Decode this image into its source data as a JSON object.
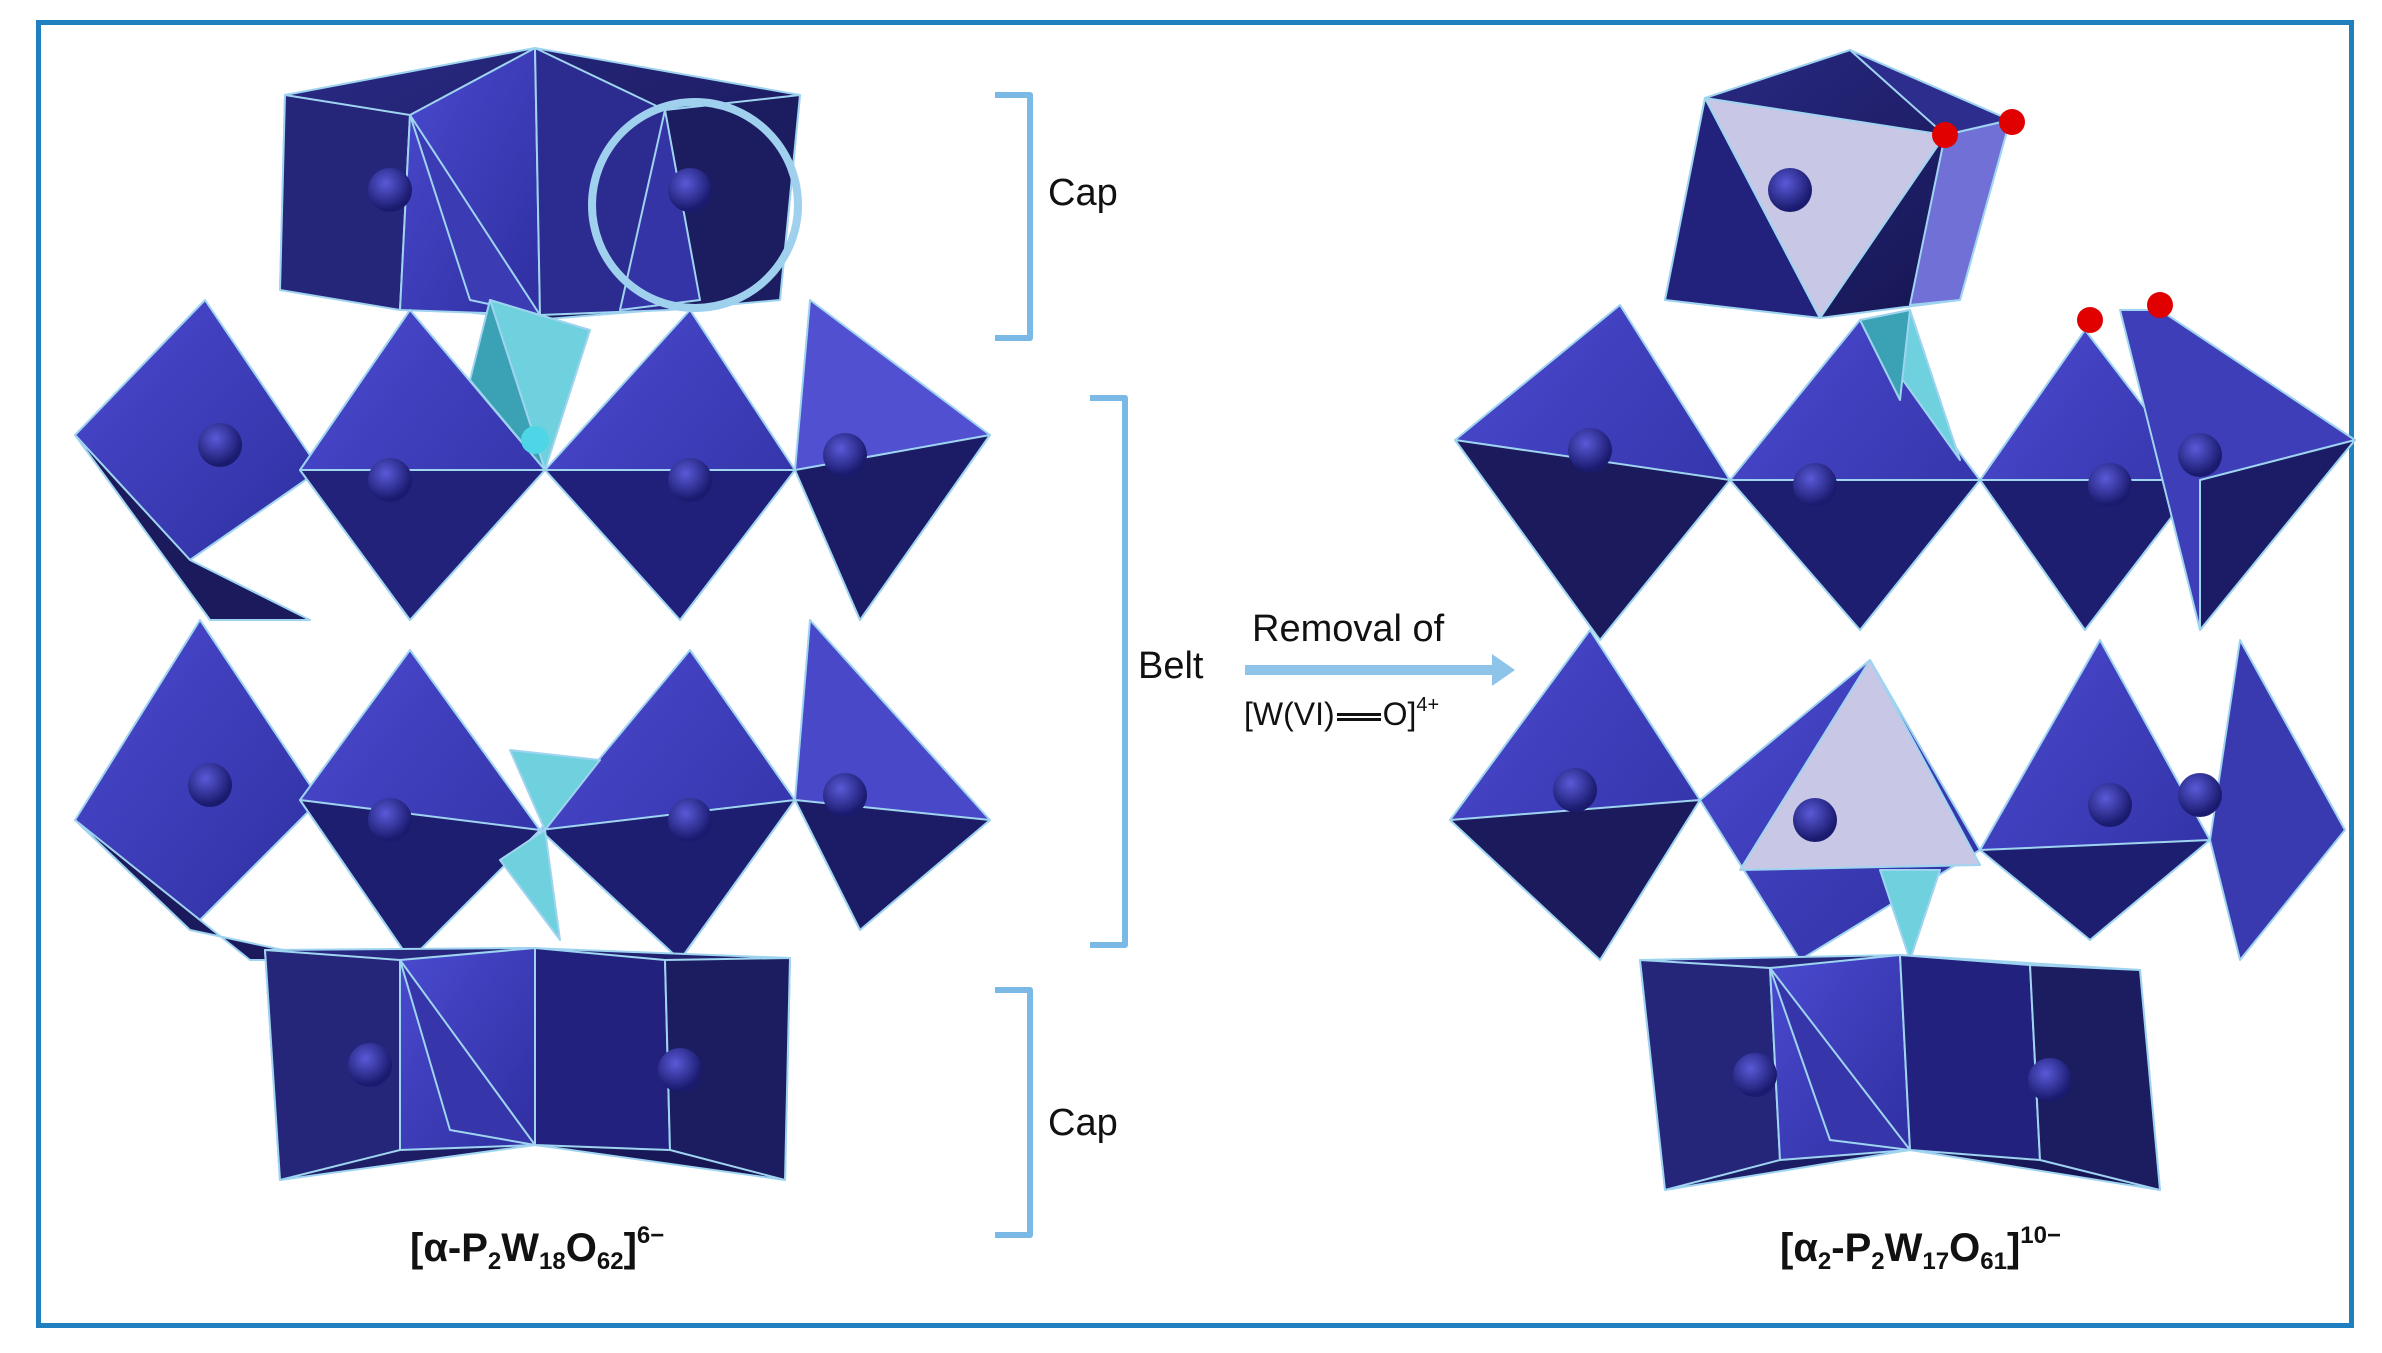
{
  "labels": {
    "cap_top": "Cap",
    "belt": "Belt",
    "cap_bottom": "Cap"
  },
  "reaction": {
    "line1": "Removal of",
    "species_left": "[W(VI)",
    "species_right": "O]",
    "species_charge": "4+"
  },
  "left_formula": {
    "open": "[α-P",
    "p_sub": "2",
    "w": "W",
    "w_sub": "18",
    "o": "O",
    "o_sub": "62",
    "close": "]",
    "charge": "6−"
  },
  "right_formula": {
    "open": "[α",
    "alpha_sub": "2",
    "dash_p": "-P",
    "p_sub": "2",
    "w": "W",
    "w_sub": "17",
    "o": "O",
    "o_sub": "61",
    "close": "]",
    "charge": "10−"
  },
  "colors": {
    "frame": "#1f7fbf",
    "polyhedra_dark": "#1e1e66",
    "polyhedra_mid": "#2d2d96",
    "polyhedra_light": "#4040c0",
    "phosphate": "#6fd0de",
    "vacancy": "#c8c8e6",
    "bracket": "#7ab8e6",
    "oxygen": "#e00000"
  }
}
